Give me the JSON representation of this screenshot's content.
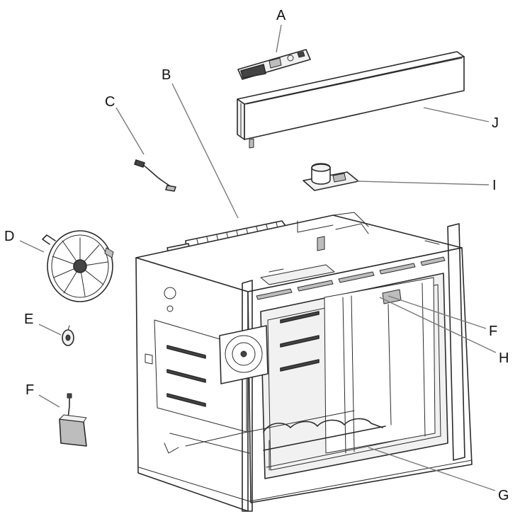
{
  "labels": {
    "A": "A",
    "B": "B",
    "C": "C",
    "D": "D",
    "E": "E",
    "F1": "F",
    "F2": "F",
    "G": "G",
    "H": "H",
    "I": "I",
    "J": "J"
  },
  "colors": {
    "line": "#2b2b2b",
    "leader": "#7a7a7a",
    "background": "#ffffff"
  }
}
